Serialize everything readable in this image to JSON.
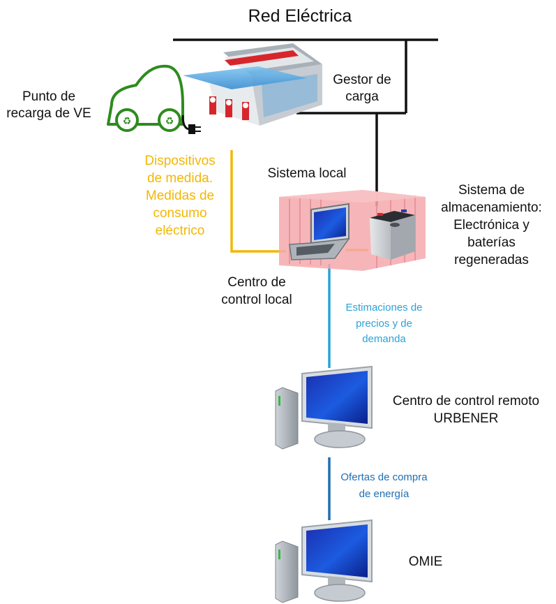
{
  "title": "Red Eléctrica",
  "labels": {
    "ev_point": [
      "Punto de",
      "recarga de VE"
    ],
    "charge_manager": [
      "Gestor de",
      "carga"
    ],
    "local_system": "Sistema local",
    "storage": [
      "Sistema de",
      "almacenamiento:",
      "Electrónica y",
      "baterías",
      "regeneradas"
    ],
    "metering": [
      "Dispositivos",
      "de medida.",
      "Medidas de",
      "consumo",
      "eléctrico"
    ],
    "local_control": [
      "Centro de",
      "control local"
    ],
    "price_estimates": [
      "Estimaciones de",
      "precios y de",
      "demanda"
    ],
    "remote_control": [
      "Centro de control remoto",
      "URBENER"
    ],
    "purchase_offers": [
      "Ofertas de compra",
      "de energía"
    ],
    "omie": "OMIE"
  },
  "colors": {
    "grid_line": "#111111",
    "ev_green": "#2e8b1e",
    "metering_yellow": "#f2b705",
    "estimates_blue": "#29a3d8",
    "offers_blue": "#1f6fb2",
    "container_pink": "#f4a9ad"
  },
  "icons": [
    "ev-car-icon",
    "gas-station-icon",
    "container-icon",
    "laptop-icon",
    "battery-icon",
    "desktop-computer-icon"
  ]
}
